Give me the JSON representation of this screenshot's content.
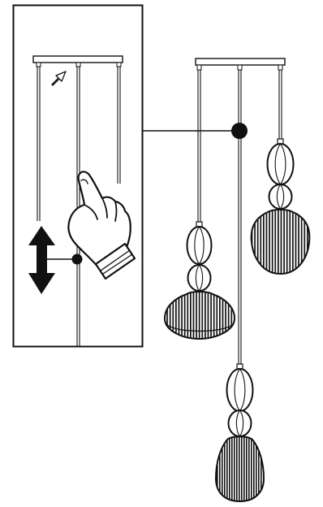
{
  "figure": {
    "type": "pendant-light-height-adjustment-diagram",
    "colors": {
      "ink": "#111111",
      "background": "#ffffff"
    },
    "icons": [
      "pointing-hand-icon",
      "up-down-arrow-icon",
      "outline-arrow-icon"
    ],
    "pendant_count": 3,
    "callout_shows": "adjusting-cable-height"
  }
}
